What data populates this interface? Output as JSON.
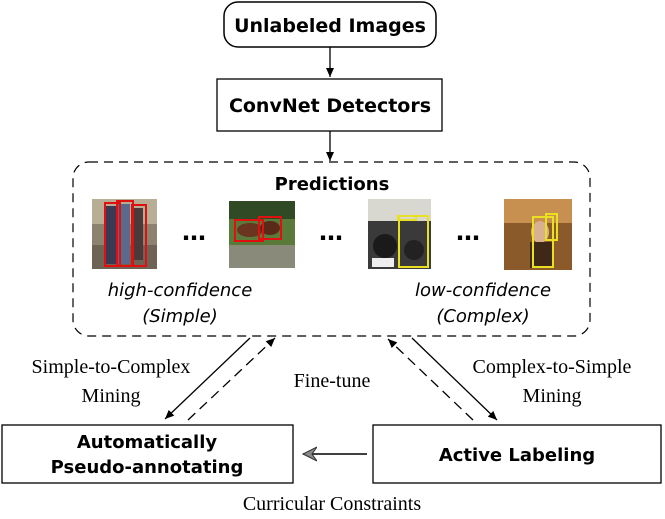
{
  "nodes": {
    "unlabeled": "Unlabeled Images",
    "detectors": "ConvNet Detectors",
    "predictions": "Predictions",
    "auto_line1": "Automatically",
    "auto_line2": "Pseudo-annotating",
    "active": "Active Labeling"
  },
  "prediction_labels": {
    "high_line1": "high-confidence",
    "high_line2": "(Simple)",
    "low_line1": "low-confidence",
    "low_line2": "(Complex)"
  },
  "ellipsis": "…",
  "edges": {
    "s2c_line1": "Simple-to-Complex",
    "s2c_line2": "Mining",
    "c2s_line1": "Complex-to-Simple",
    "c2s_line2": "Mining",
    "finetune": "Fine-tune",
    "curricular": "Curricular Constraints"
  },
  "colors": {
    "red_box": "#e01010",
    "yellow_box": "#e8e020"
  }
}
